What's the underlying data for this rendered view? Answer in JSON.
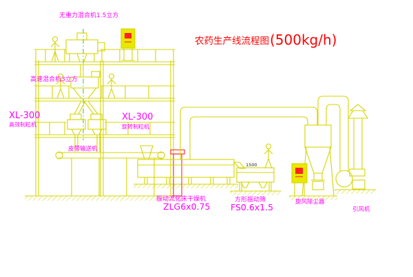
{
  "title": {
    "text": "农药生产线流程图",
    "capacity": "(500kg/h)"
  },
  "labels": {
    "gravity_mixer": "无重力混合机1.5立方",
    "high_speed_mixer": "高速混合机3立方",
    "granulator_left_model": "XL-300",
    "granulator_left_name": "高效制粒机",
    "granulator_right_model": "XL-300",
    "granulator_right_name": "旋转制粒机",
    "belt_conveyor": "皮带输送机",
    "dryer_name": "振动流化床干燥机",
    "dryer_model": "ZLG6x0.75",
    "sieve_name": "方形振动筛",
    "sieve_model": "FS0.6x1.5",
    "cyclone": "旋风除尘器",
    "fan": "引风机"
  },
  "dimensions": {
    "sieve": "1500"
  },
  "colors": {
    "line": "#d4d400",
    "cabinet_fill": "#e8e800",
    "label": "#ff00ff",
    "title": "#ff0000",
    "accent_red": "#ff0000",
    "centerline": "#00b800",
    "dimension_text": "#222222"
  }
}
